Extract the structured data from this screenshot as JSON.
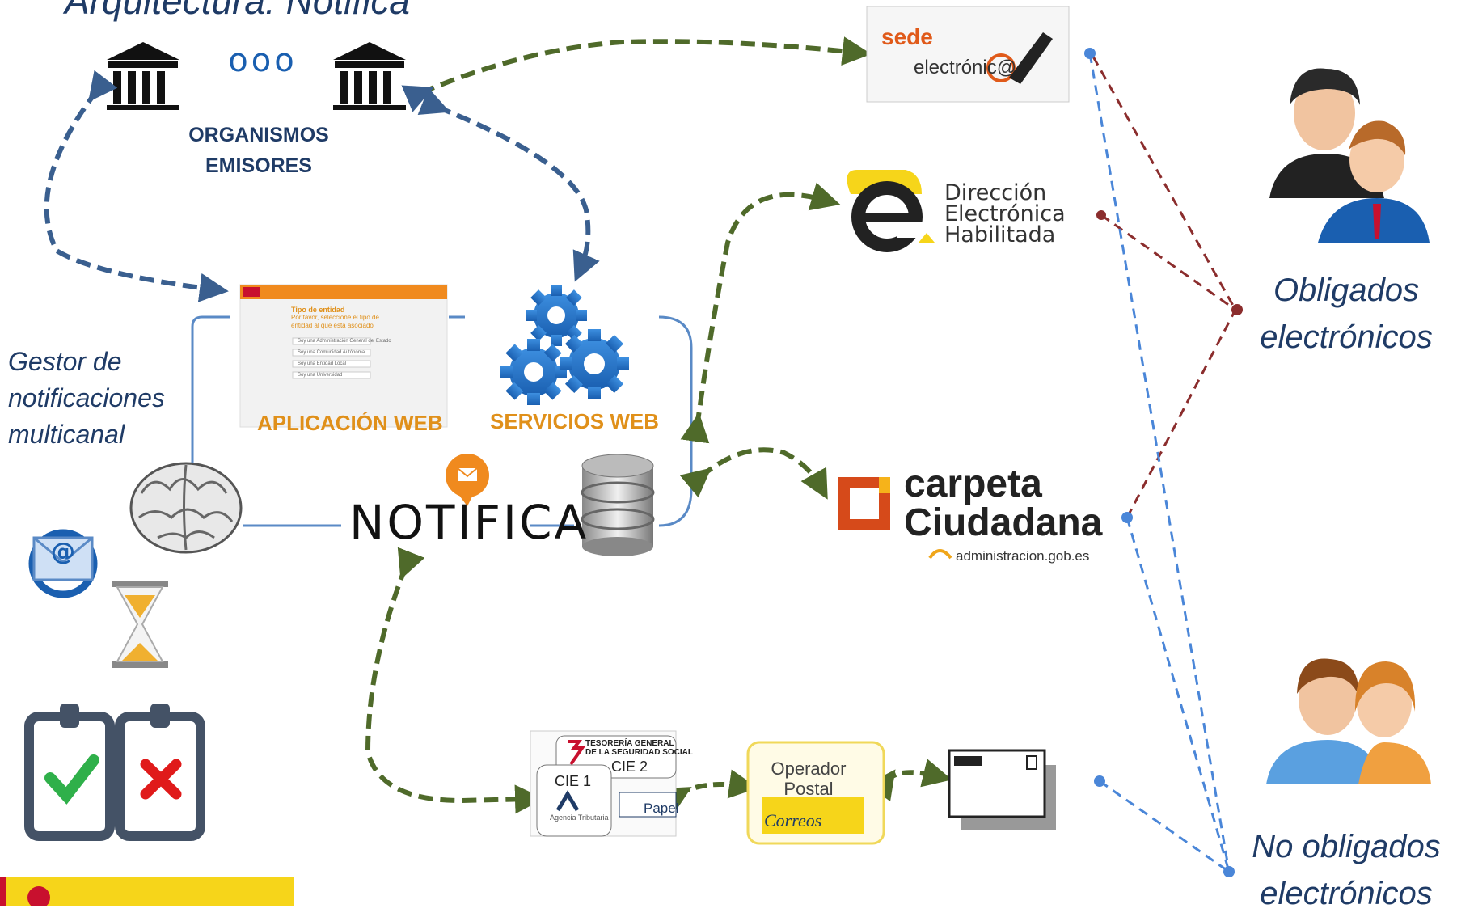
{
  "title": "Arquitectura: Notifica",
  "organismos": {
    "dots": "ooo",
    "label": "ORGANISMOS\nEMISORES"
  },
  "gestor": {
    "label": "Gestor de\nnotificaciones\nmulticanal"
  },
  "aplicacion_web": {
    "label": "APLICACIÓN WEB",
    "screenshot": {
      "title": "Tipo de entidad",
      "subtitle": "Por favor, seleccione el tipo de entidad al que está asociado",
      "options": [
        "Soy una Administración General del Estado",
        "Soy una Comunidad Autónoma",
        "Soy una Entidad Local",
        "Soy una Universidad"
      ]
    }
  },
  "servicios_web": {
    "label": "SERVICIOS  WEB"
  },
  "notifica": {
    "label": "NOTIFICA"
  },
  "channels": {
    "sede": {
      "line1": "sede",
      "line2": "electrónic@"
    },
    "deh": {
      "label": "Dirección\nElectrónica\nHabilitada"
    },
    "carpeta": {
      "label": "carpeta\nCiudadana",
      "sub": "administracion.gob.es"
    },
    "cie": {
      "tgss": "TESORERÍA GENERAL\nDE LA SEGURIDAD SOCIAL",
      "cie2": "CIE 2",
      "cie1": "CIE 1",
      "papel": "Papel",
      "aeat": "Agencia Tributaria"
    },
    "operador": {
      "label": "Operador\nPostal",
      "correos": "Correos"
    }
  },
  "audiences": {
    "obligados": "Obligados\nelectrónicos",
    "no_obligados": "No obligados\nelectrónicos"
  },
  "icons": [
    "bank-icon",
    "gear-icon",
    "brain-icon",
    "database-icon",
    "email-icon",
    "hourglass-icon",
    "clipboard-check-icon",
    "clipboard-cross-icon",
    "people-icon",
    "envelope-icon"
  ],
  "colors": {
    "navy": "#1f3b66",
    "blue_arrow": "#3a5f8f",
    "green_arrow": "#4f6a2a",
    "orange": "#e0901a",
    "red_dash": "#8b2d2d",
    "blue_dash": "#4a86d8"
  }
}
